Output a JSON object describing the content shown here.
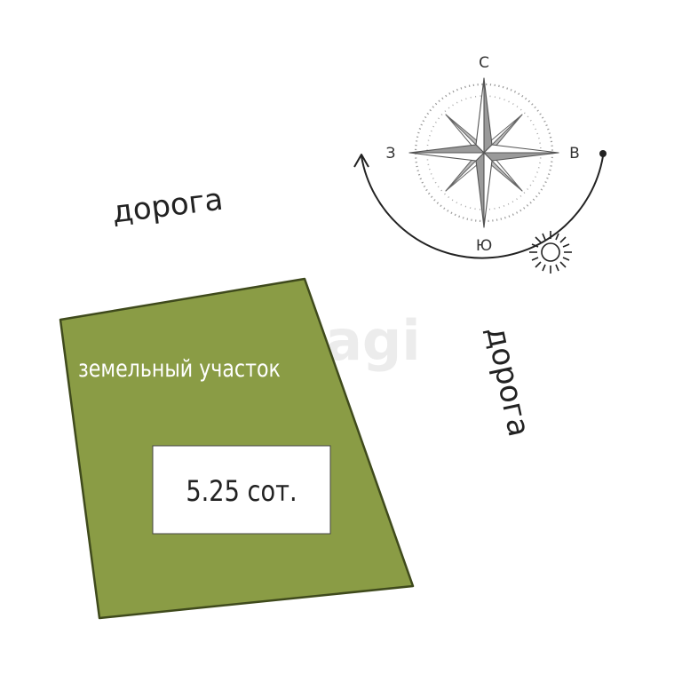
{
  "roads": {
    "left_label": "дорога",
    "right_label": "дорога"
  },
  "plot": {
    "label": "земельный участок",
    "area": "5.25 сот.",
    "fill_color": "#8a9c45",
    "outline_color": "#3f4a1c"
  },
  "compass": {
    "north": "С",
    "south": "Ю",
    "west": "З",
    "east": "В"
  },
  "watermark": "etagi"
}
